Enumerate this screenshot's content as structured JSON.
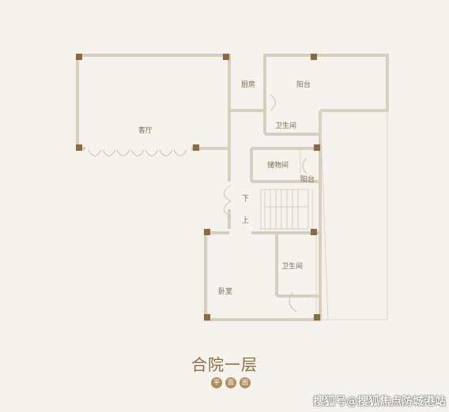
{
  "plan": {
    "rooms": {
      "living": "客厅",
      "kitchen": "厨房",
      "balcony_top": "阳台",
      "bathroom_upper": "卫生间",
      "storage": "储物间",
      "balcony_small": "阳台",
      "stair_down": "下",
      "stair_up": "上",
      "bathroom_lower": "卫生间",
      "bedroom": "卧室"
    },
    "title": "合院一层",
    "subtitle_chars": [
      "平",
      "面",
      "图"
    ]
  },
  "watermark": "搜狐号@搜狐焦点防城港站",
  "colors": {
    "background": "#f6f3ee",
    "wall": "#d9d2c4",
    "pillar": "#8a6a3e",
    "accent": "#b08d5d"
  }
}
